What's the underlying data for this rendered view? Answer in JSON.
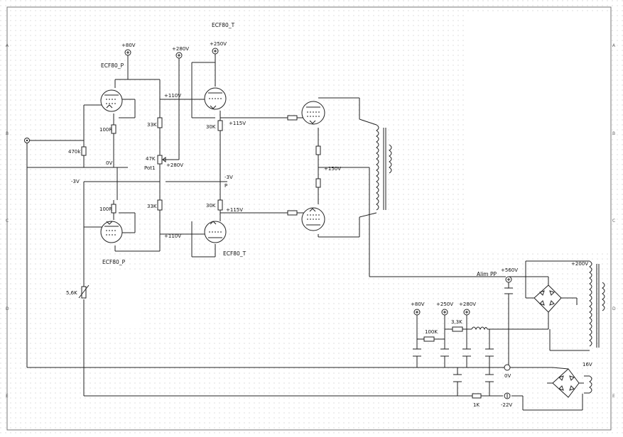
{
  "tubes": {
    "top_triode": "ECF80_T",
    "top_pentode": "ECF80_P",
    "bottom_pentode": "ECF80_P",
    "bottom_triode": "ECF80_T"
  },
  "supply": {
    "v80": "+80V",
    "v280": "+280V",
    "v250": "+250V",
    "v80b": "+80V",
    "v250b": "+250V",
    "v280b": "+280V",
    "v560": "+560V",
    "v200": "+200V",
    "alim": "Alim PP",
    "zero": "0V",
    "neg22": "-22V",
    "v16": "16V"
  },
  "labels": {
    "v110a": "+110V",
    "v110b": "+110V",
    "v115a": "+115V",
    "v115b": "+115V",
    "v150": "+150V",
    "v280c": "+280V",
    "n3a": "-3V",
    "n3b": "-3V",
    "p": "P",
    "zero_l": "0V"
  },
  "resistors": {
    "r470k": "470k",
    "r100a": "100R",
    "r100b": "100R",
    "r33a": "33K",
    "r33b": "33K",
    "r30a": "30K",
    "r30b": "30K",
    "pot_val": "47K",
    "pot_name": "Pot1",
    "r56": "5,6K",
    "r100k": "100K",
    "r33k": "3,3K",
    "r1k": "1K"
  },
  "ruler_letters": [
    "A",
    "B",
    "C",
    "D",
    "E"
  ]
}
